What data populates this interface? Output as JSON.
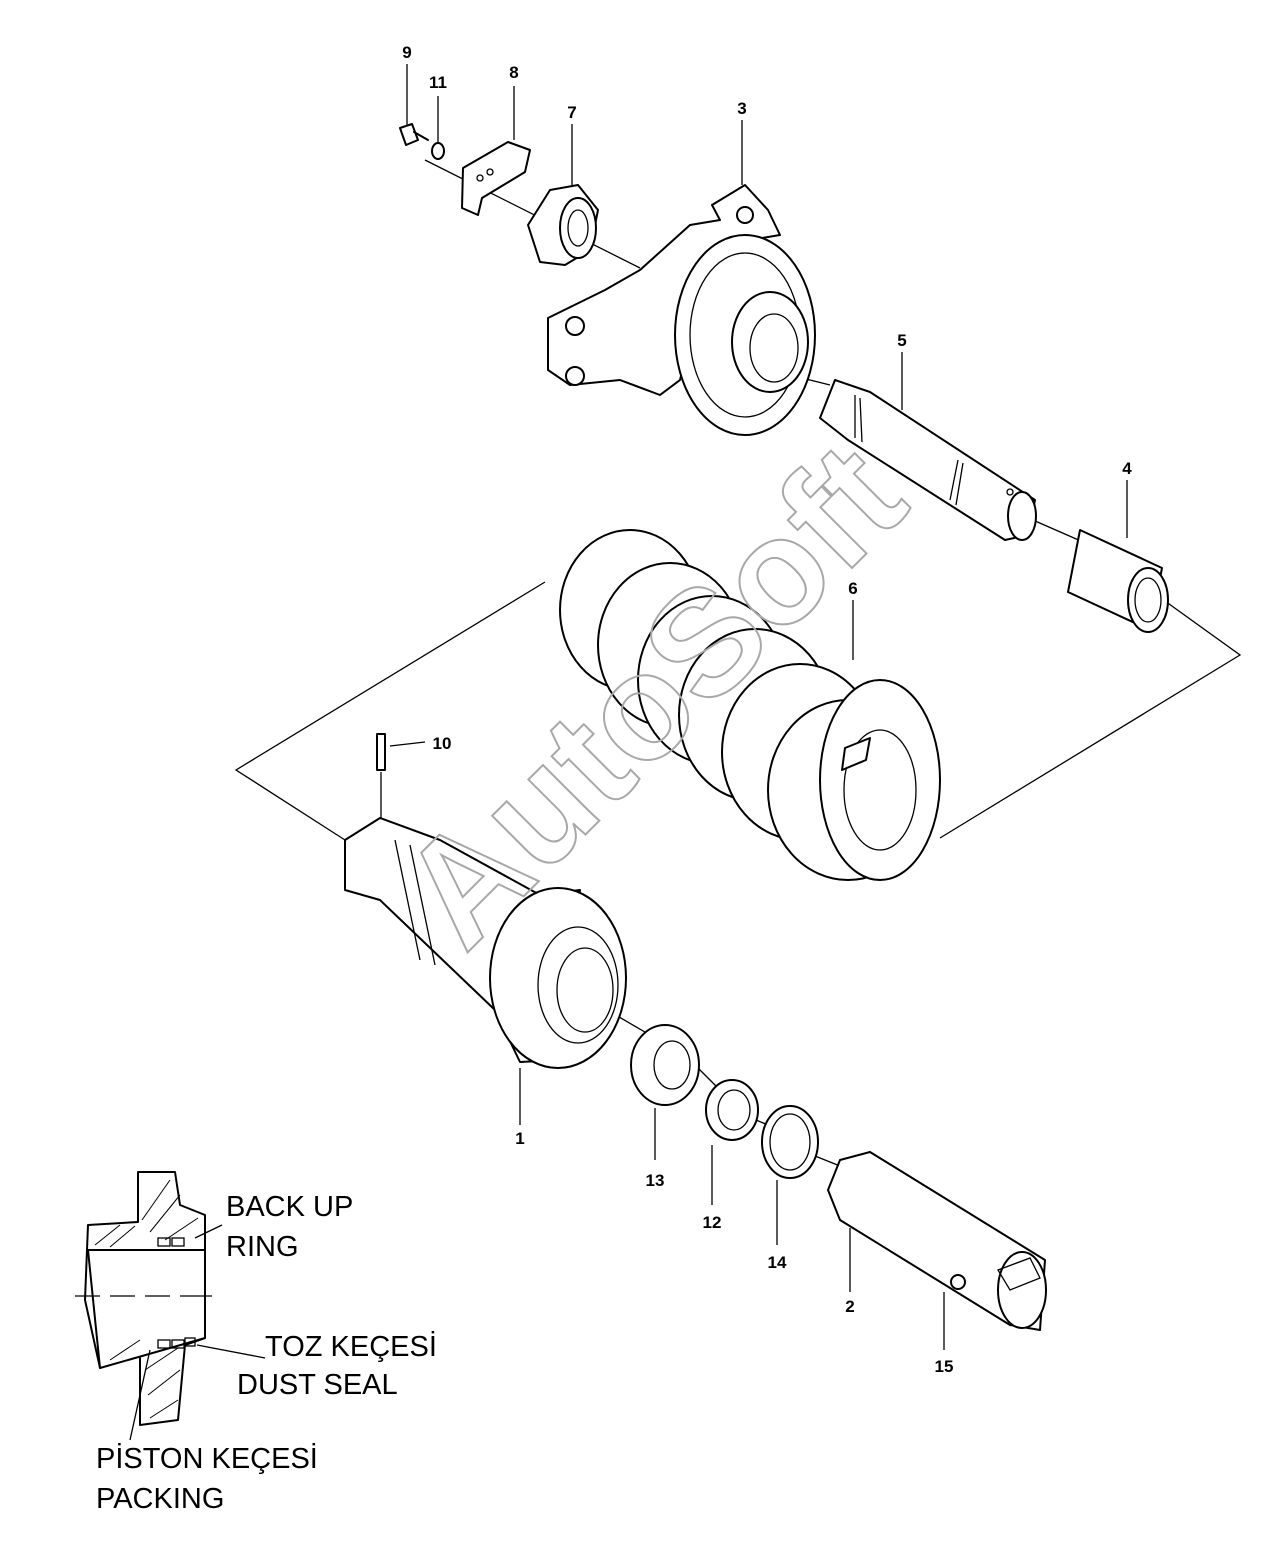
{
  "diagram": {
    "watermark": "AutoSoft",
    "part_numbers": [
      "1",
      "2",
      "3",
      "4",
      "5",
      "6",
      "7",
      "8",
      "9",
      "10",
      "11",
      "12",
      "13",
      "14",
      "15"
    ],
    "notes": {
      "backup": [
        "BACK UP",
        "RING"
      ],
      "dust": [
        "TOZ KEÇESİ",
        "DUST SEAL"
      ],
      "packing": [
        "PİSTON KEÇESİ",
        "PACKING"
      ]
    }
  }
}
